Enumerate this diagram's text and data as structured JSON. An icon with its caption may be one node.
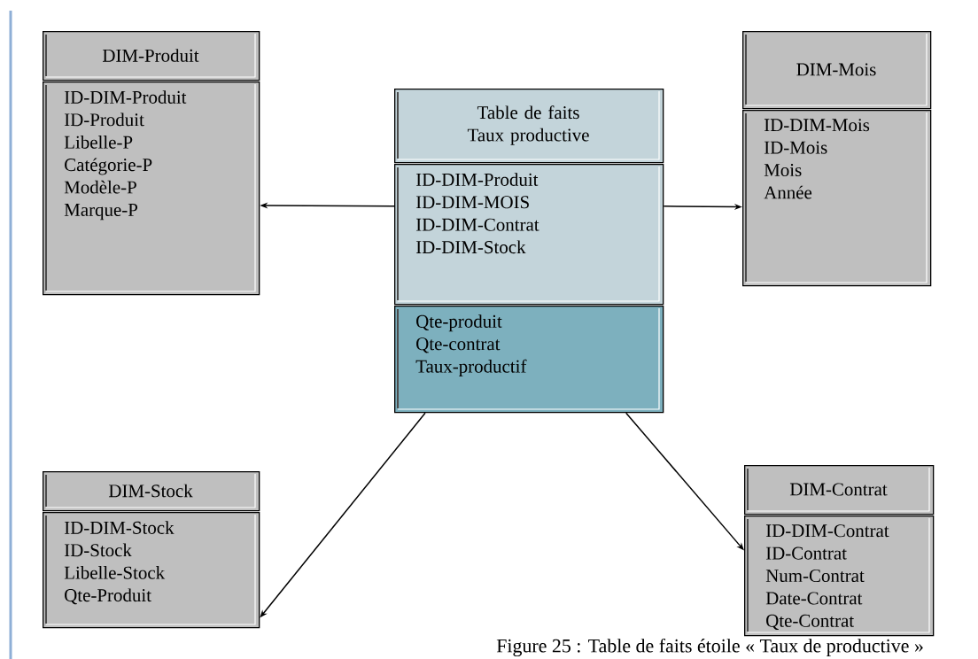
{
  "diagram": {
    "caption": "Figure 25 : Table de faits étoile « Taux de productive »",
    "nodes": [
      {
        "text": [
          "DIM-Produit"
        ]
      },
      {
        "text": [
          "ID-DIM-Produit",
          "ID-Produit",
          "Libelle-P",
          "Catégorie-P",
          "Modèle-P",
          "Marque-P"
        ]
      },
      {
        "text": [
          "Table de faits Taux productive"
        ]
      },
      {
        "text": [
          "ID-DIM-Produit",
          "ID-DIM-MOIS",
          "ID-DIM-Contrat",
          "ID-DIM-Stock"
        ]
      },
      {
        "text": [
          "Qte-produit",
          "Qte-contrat",
          "Taux-productif"
        ]
      },
      {
        "text": [
          "DIM-Mois"
        ]
      },
      {
        "text": [
          "ID-DIM-Mois",
          "ID-Mois",
          "Mois",
          "Année"
        ]
      },
      {
        "text": [
          "DIM-Stock"
        ]
      },
      {
        "text": [
          "ID-DIM-Stock",
          "ID-Stock",
          "Libelle-Stock",
          "Qte-Produit"
        ]
      },
      {
        "text": [
          "DIM-Contrat"
        ]
      },
      {
        "text": [
          "ID-DIM-Contrat",
          "ID-Contrat",
          "Num-Contrat",
          "Date-Contrat",
          "Qte-Contrat"
        ]
      }
    ],
    "edges": [
      {
        "from": 3,
        "to": 1,
        "arrow": "to"
      },
      {
        "from": 3,
        "to": 6,
        "arrow": "to"
      },
      {
        "from": 4,
        "to": 8,
        "arrow": "to"
      },
      {
        "from": 4,
        "to": 10,
        "arrow": "to"
      }
    ]
  }
}
